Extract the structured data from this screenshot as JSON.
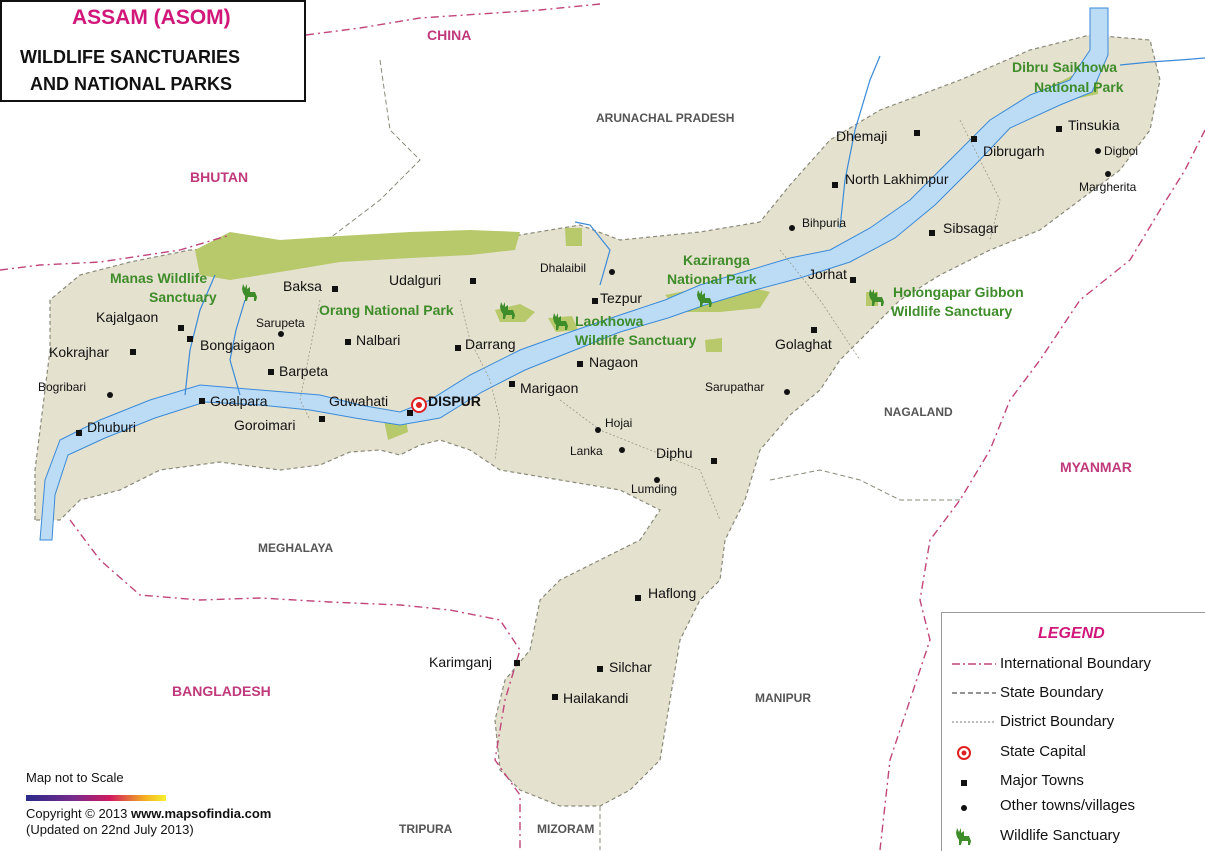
{
  "title": {
    "line1": "ASSAM (ASOM)",
    "line2": "WILDLIFE SANCTUARIES",
    "line3": "AND NATIONAL PARKS"
  },
  "neighbors": {
    "china": "CHINA",
    "bhutan": "BHUTAN",
    "arunachal": "ARUNACHAL PRADESH",
    "nagaland": "NAGALAND",
    "myanmar": "MYANMAR",
    "meghalaya": "MEGHALAYA",
    "bangladesh": "BANGLADESH",
    "manipur": "MANIPUR",
    "tripura": "TRIPURA",
    "mizoram": "MIZORAM"
  },
  "capital": "DISPUR",
  "major_towns": {
    "dhemaji": "Dhemaji",
    "tinsukia": "Tinsukia",
    "dibrugarh": "Dibrugarh",
    "north_lakhimpur": "North Lakhimpur",
    "sibsagar": "Sibsagar",
    "jorhat": "Jorhat",
    "golaghat": "Golaghat",
    "tezpur": "Tezpur",
    "nagaon": "Nagaon",
    "marigaon": "Marigaon",
    "darrang": "Darrang",
    "udalguri": "Udalguri",
    "baksa": "Baksa",
    "nalbari": "Nalbari",
    "barpeta": "Barpeta",
    "bongaigaon": "Bongaigaon",
    "kajalgaon": "Kajalgaon",
    "kokrajhar": "Kokrajhar",
    "goalpara": "Goalpara",
    "dhuburi": "Dhuburi",
    "goroimari": "Goroimari",
    "diphu": "Diphu",
    "haflong": "Haflong",
    "karimganj": "Karimganj",
    "silchar": "Silchar",
    "hailakandi": "Hailakandi"
  },
  "other_towns": {
    "digboi": "Digboi",
    "margherita": "Margherita",
    "bihpuria": "Bihpuria",
    "dhalaibil": "Dhalaibil",
    "sarupeta": "Sarupeta",
    "bogribari": "Bogribari",
    "guwahati": "Guwahati",
    "hojai": "Hojai",
    "lanka": "Lanka",
    "lumding": "Lumding",
    "sarupathar": "Sarupathar"
  },
  "parks": {
    "dibru_1": "Dibru Saikhowa",
    "dibru_2": "National Park",
    "kaziranga_1": "Kaziranga",
    "kaziranga_2": "National Park",
    "manas_1": "Manas Wildlife",
    "manas_2": "Sanctuary",
    "orang": "Orang National Park",
    "laokhowa_1": "Laokhowa",
    "laokhowa_2": "Wildlife Sanctuary",
    "holongapar_1": "Holongapar Gibbon",
    "holongapar_2": "Wildlife Sanctuary"
  },
  "legend": {
    "title": "LEGEND",
    "international": "International Boundary",
    "state": "State Boundary",
    "district": "District Boundary",
    "capital": "State Capital",
    "major": "Major Towns",
    "other": "Other towns/villages",
    "wildlife": "Wildlife Sanctuary"
  },
  "footer": {
    "scale": "Map not to Scale",
    "copyright_prefix": "Copyright © 2013 ",
    "site": "www.mapsofindia.com",
    "updated": "(Updated on 22nd July 2013)"
  },
  "colors": {
    "state_fill": "#e5e1cf",
    "river": "#bcdcf5",
    "river_edge": "#3a8ad8",
    "park": "#b7c96a",
    "park_text": "#3e8c2a",
    "boundary_intl": "#c0457a",
    "neighbor_text": "#c0397a",
    "capital": "#e02020"
  }
}
